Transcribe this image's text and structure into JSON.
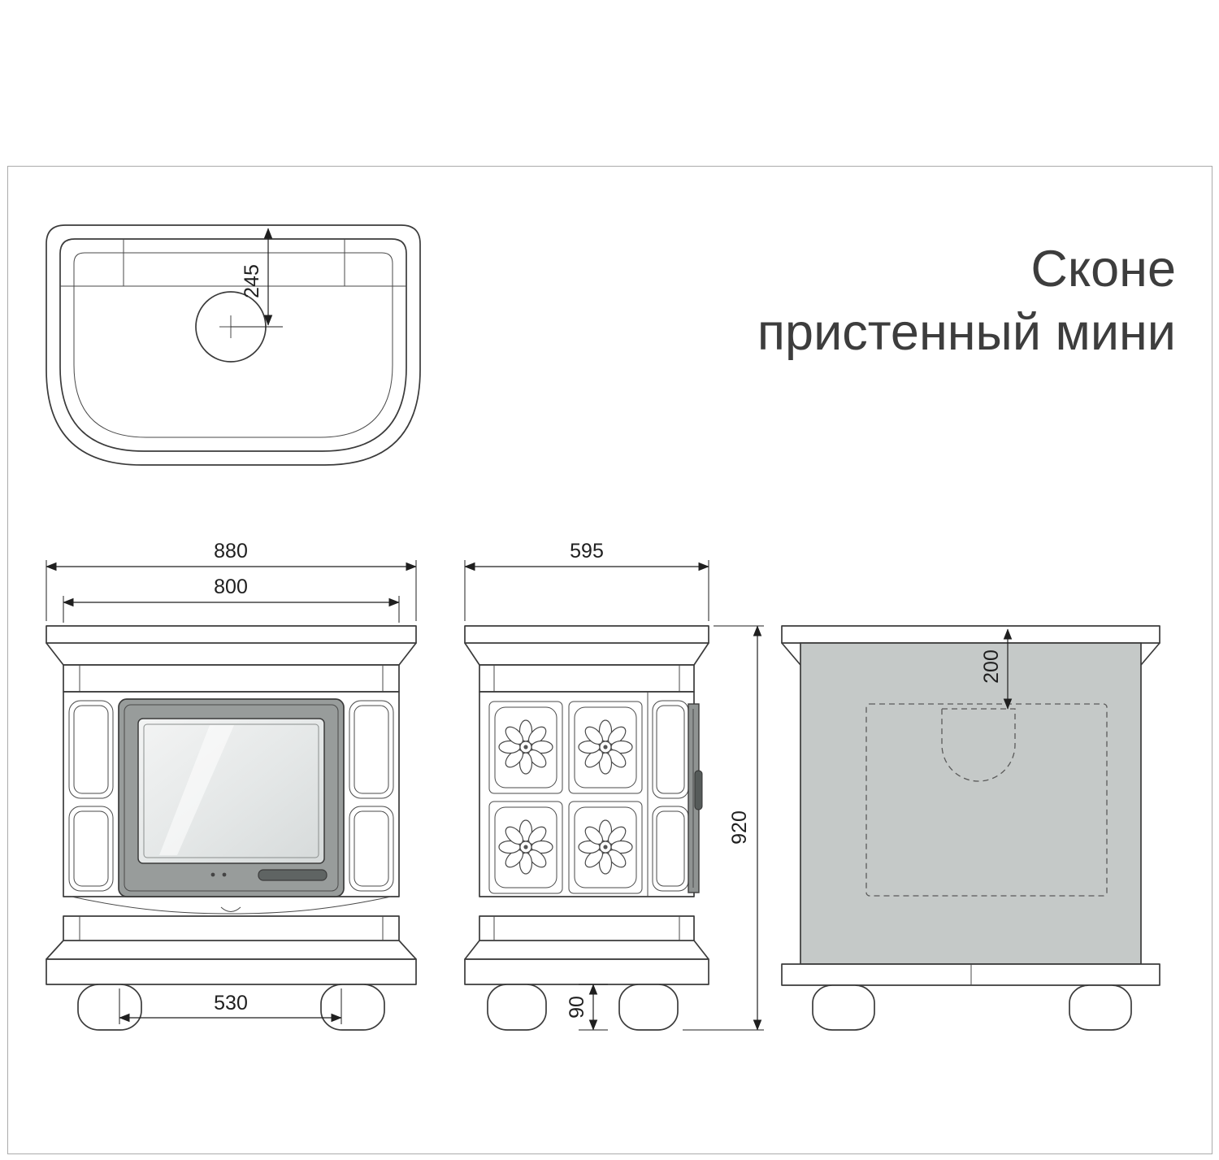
{
  "title": {
    "line1": "Сконе",
    "line2": "пристенный мини"
  },
  "dimensions": {
    "flue_offset_top": "245",
    "overall_width": "880",
    "body_width": "800",
    "firebox_width": "530",
    "depth": "595",
    "height": "920",
    "leg_height": "90",
    "rear_flue_offset": "200"
  },
  "colors": {
    "rear_panel": "#c5c9c8",
    "door_frame": "#989c9b",
    "door_handle": "#5f6463",
    "line": "#3b3b3b"
  }
}
